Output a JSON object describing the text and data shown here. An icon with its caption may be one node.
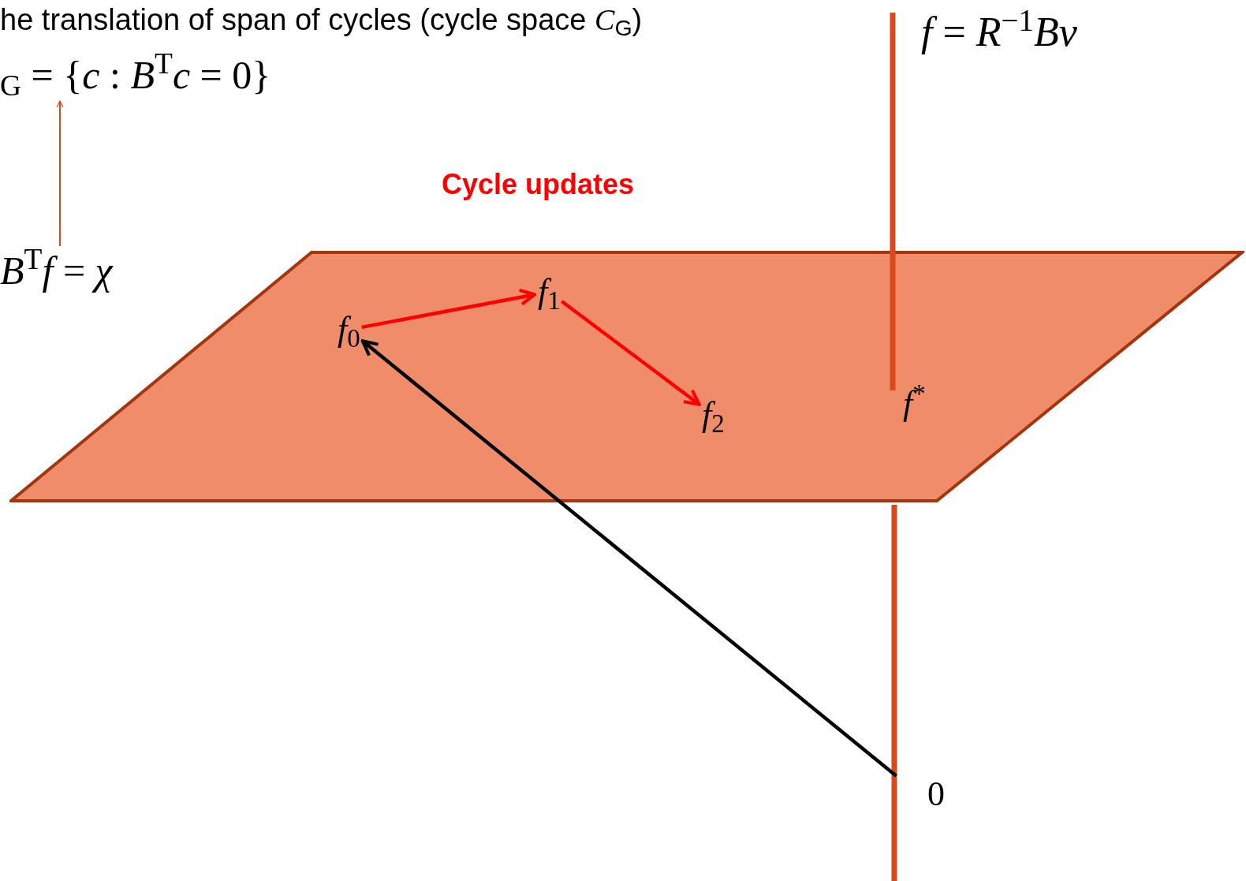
{
  "diagram": {
    "nodes": [
      {
        "text": [],
        "shape": "parallelogram"
      },
      {
        "text": [
          "*f*$_{0}$"
        ],
        "in": 0
      },
      {
        "text": [
          "*f*$_{1}$"
        ],
        "in": 0
      },
      {
        "text": [
          "*f*$_{2}$"
        ],
        "in": 0
      },
      {
        "text": [
          "*f*$^{*}$"
        ],
        "in": 0
      },
      {
        "text": [
          "0"
        ]
      },
      {
        "text": [
          "*B*$^{T}$*f* = *χ*"
        ]
      },
      {
        "text": [
          "$_{G}$ = {*c* : *B*$^{T}$*c* = 0}"
        ]
      }
    ],
    "edges": [
      {
        "from": 5,
        "to": 1,
        "arrow": "to",
        "color": "#000000"
      },
      {
        "from": 1,
        "to": 2,
        "arrow": "to",
        "color": "#ff0000"
      },
      {
        "from": 2,
        "to": 3,
        "arrow": "to",
        "color": "#ff0000"
      },
      {
        "from": 6,
        "to": 7,
        "arrow": "to",
        "color": "#d84a1c"
      }
    ],
    "labels": [
      "he translation of span of cycles (cycle space *C*$_{G}$)",
      "*f* = *R*$^{−1}$*Bv*",
      "Cycle updates"
    ]
  }
}
